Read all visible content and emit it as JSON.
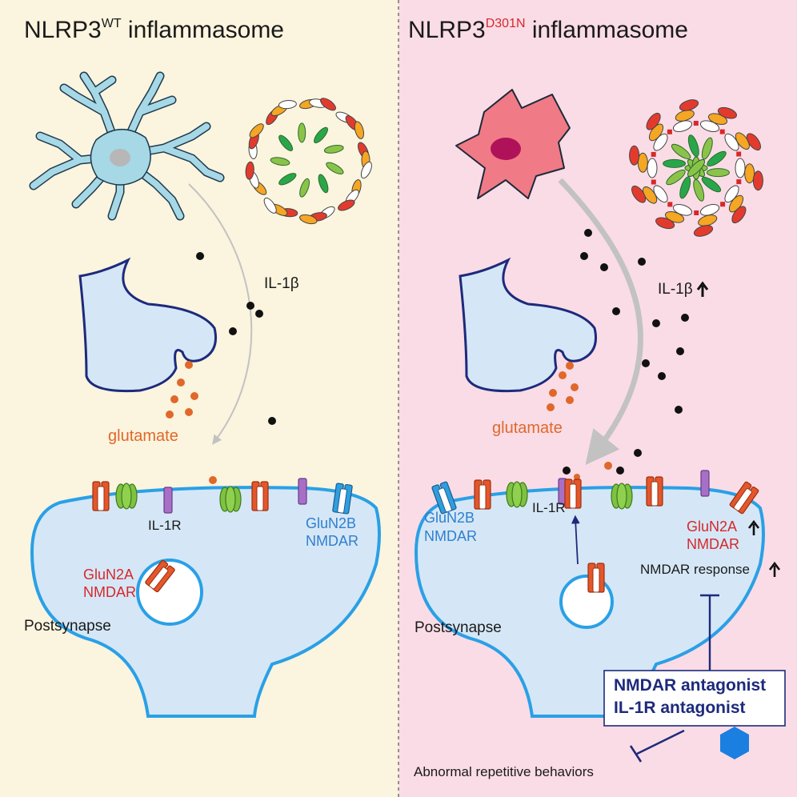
{
  "left_panel": {
    "title_main": "NLRP3",
    "title_sup": "WT",
    "title_rest": " inflammasome",
    "il1b_label": "IL-1β",
    "glutamate_label": "glutamate",
    "il1r_label": "IL-1R",
    "glun2b_line1": "GluN2B",
    "glun2b_line2": "NMDAR",
    "glun2a_line1": "GluN2A",
    "glun2a_line2": "NMDAR",
    "postsynapse_label": "Postsynapse"
  },
  "right_panel": {
    "title_main": "NLRP3",
    "title_sup": "D301N",
    "title_rest": " inflammasome",
    "il1b_label": "IL-1β",
    "glutamate_label": "glutamate",
    "il1r_label": "IL-1R",
    "glun2b_line1": "GluN2B",
    "glun2b_line2": "NMDAR",
    "glun2a_line1": "GluN2A",
    "glun2a_line2": "NMDAR",
    "nmdar_response_label": "NMDAR response",
    "postsynapse_label": "Postsynapse",
    "antagonist_line1": "NMDAR antagonist",
    "antagonist_line2": "IL-1R antagonist",
    "behavior_label": "Abnormal repetitive behaviors"
  },
  "colors": {
    "left_bg": "#fbf4de",
    "right_bg": "#fadce6",
    "cell_fill": "#d5e7f6",
    "membrane": "#2aa0e6",
    "presynapse_stroke": "#1d2a7c",
    "microglia_wt": "#a6d8e6",
    "microglia_mutant": "#f07b86",
    "nucleus_mutant": "#b0125a",
    "glutamate": "#e0682a",
    "il1b_dot": "#111111",
    "arrow_grey": "#c2c2c2",
    "glun2a": "#e3572a",
    "glun2b": "#2f7fd0",
    "ampar": "#7fc241",
    "il1r": "#a86fc7",
    "antagonist_hex": "#1a7fe0"
  }
}
